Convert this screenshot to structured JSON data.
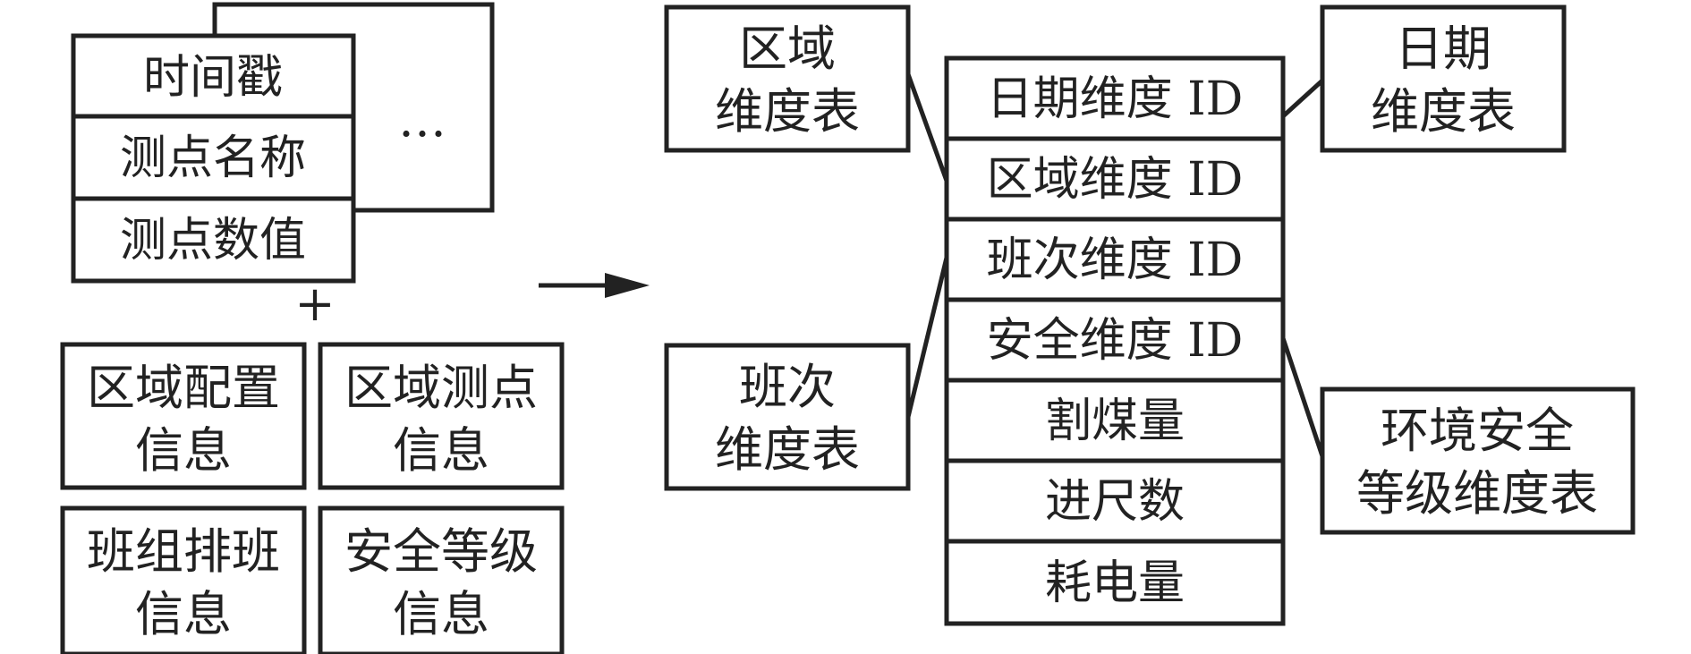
{
  "source_table": {
    "fields": [
      "时间戳",
      "测点名称",
      "测点数值"
    ],
    "ellipsis": "…"
  },
  "plus": "+",
  "info_boxes": [
    {
      "lines": [
        "区域配置",
        "信息"
      ]
    },
    {
      "lines": [
        "区域测点",
        "信息"
      ]
    },
    {
      "lines": [
        "班组排班",
        "信息"
      ]
    },
    {
      "lines": [
        "安全等级",
        "信息"
      ]
    }
  ],
  "fact_table": {
    "rows": [
      "日期维度 ID",
      "区域维度 ID",
      "班次维度 ID",
      "安全维度 ID",
      "割煤量",
      "进尺数",
      "耗电量"
    ]
  },
  "dimension_tables": {
    "region": {
      "lines": [
        "区域",
        "维度表"
      ]
    },
    "shift": {
      "lines": [
        "班次",
        "维度表"
      ]
    },
    "date": {
      "lines": [
        "日期",
        "维度表"
      ]
    },
    "safety": {
      "lines": [
        "环境安全",
        "等级维度表"
      ]
    }
  }
}
